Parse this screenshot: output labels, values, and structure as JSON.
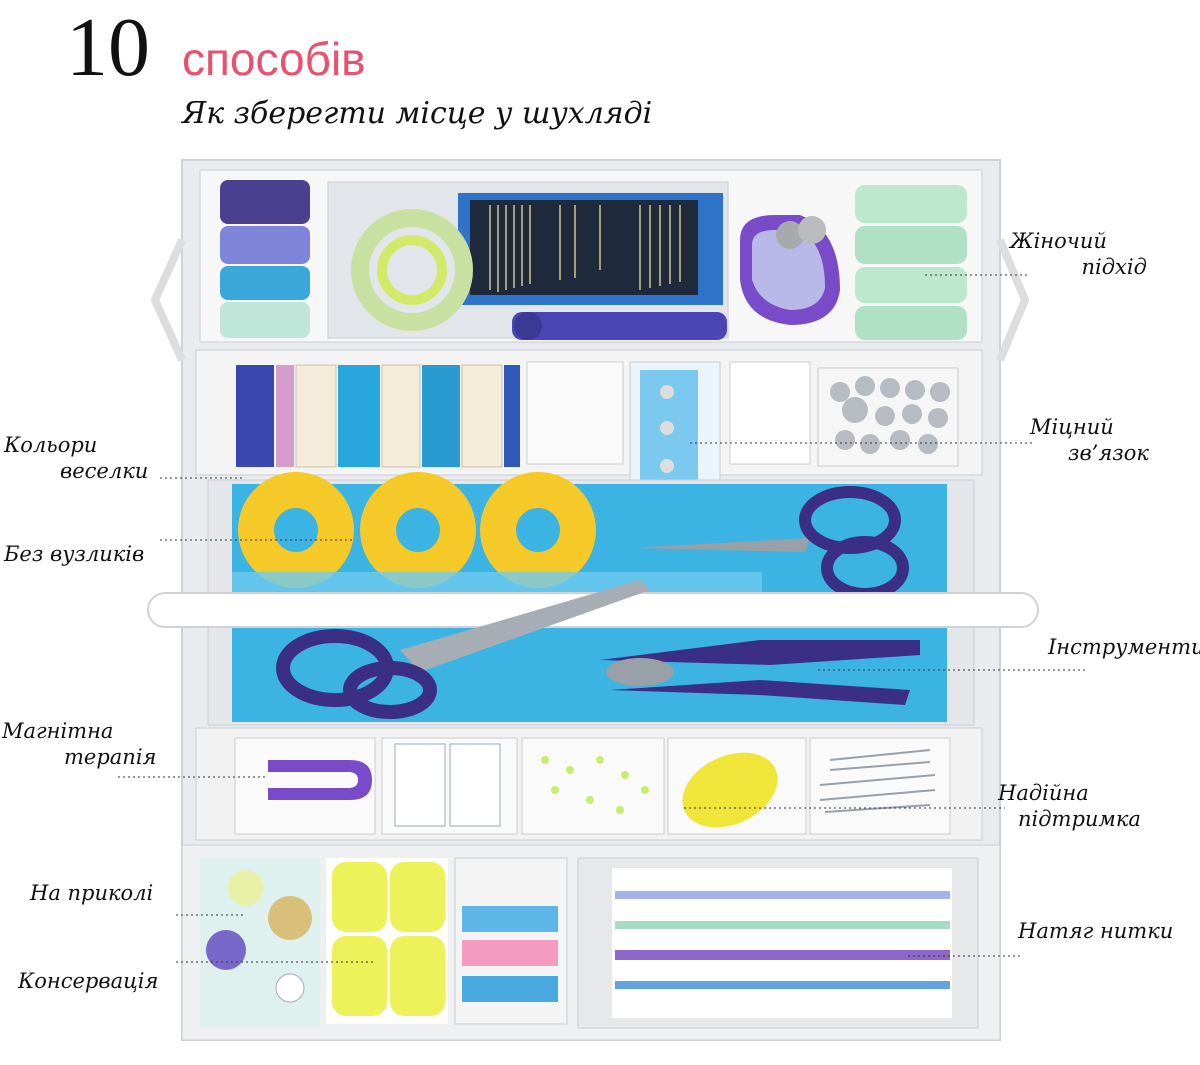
{
  "header": {
    "number": "10",
    "word": "способів",
    "subtitle": "Як зберегти місце у шухляді"
  },
  "labels": {
    "left": [
      {
        "id": "rainbow",
        "lines": [
          "Кольори",
          "веселки"
        ]
      },
      {
        "id": "no-knots",
        "lines": [
          "Без вузликів"
        ]
      },
      {
        "id": "magnetic",
        "lines": [
          "Магнітна",
          "терапія"
        ]
      },
      {
        "id": "pinned",
        "lines": [
          "На приколі"
        ]
      },
      {
        "id": "preservation",
        "lines": [
          "Консервація"
        ]
      }
    ],
    "right": [
      {
        "id": "feminine",
        "lines": [
          "Жіночий",
          "підхід"
        ]
      },
      {
        "id": "strong-bond",
        "lines": [
          "Міцний",
          "зв’язок"
        ]
      },
      {
        "id": "tools",
        "lines": [
          "Інструменти"
        ]
      },
      {
        "id": "support",
        "lines": [
          "Надійна",
          "підтримка"
        ]
      },
      {
        "id": "tension",
        "lines": [
          "Натяг нитки"
        ]
      }
    ]
  },
  "colors": {
    "accent": "#e8516f",
    "tray_blue": "#3bb3e3",
    "frame": "#f2f2f2",
    "purple": "#5b3f9a",
    "yellow": "#f4c928"
  }
}
